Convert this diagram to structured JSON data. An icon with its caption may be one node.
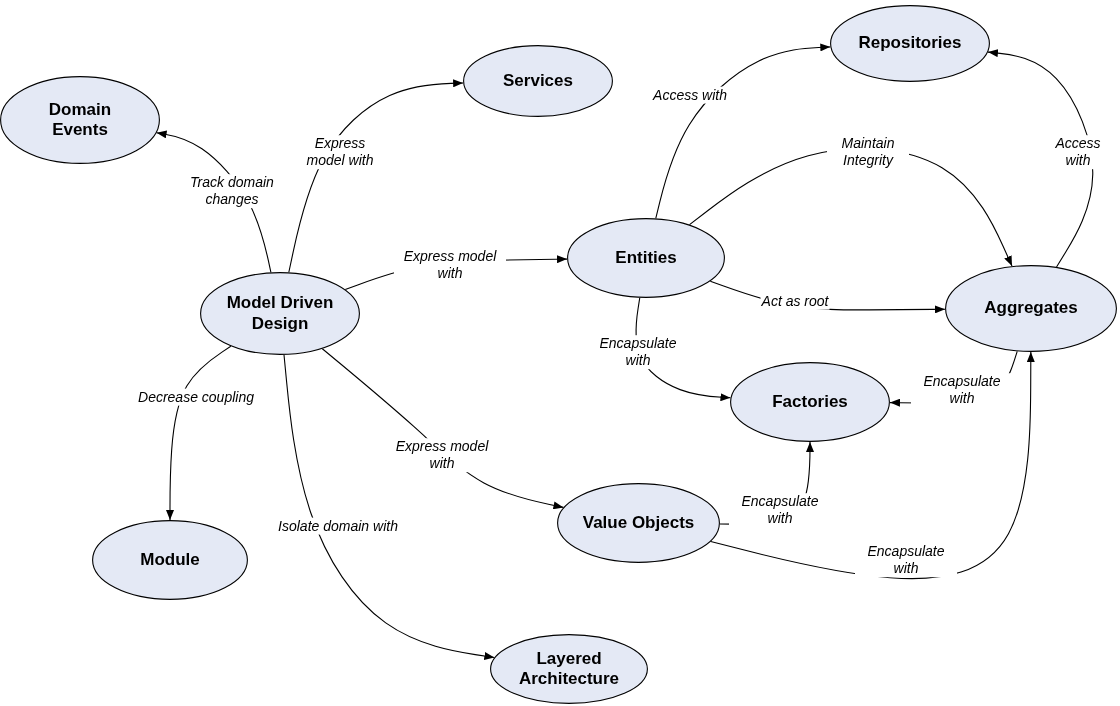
{
  "diagram": {
    "nodes": [
      {
        "text": [
          "Domain Events"
        ]
      },
      {
        "text": [
          "Services"
        ]
      },
      {
        "text": [
          "Repositories"
        ]
      },
      {
        "text": [
          "Model Driven Design"
        ]
      },
      {
        "text": [
          "Entities"
        ]
      },
      {
        "text": [
          "Aggregates"
        ]
      },
      {
        "text": [
          "Factories"
        ]
      },
      {
        "text": [
          "Module"
        ]
      },
      {
        "text": [
          "Value Objects"
        ]
      },
      {
        "text": [
          "Layered Architecture"
        ]
      }
    ],
    "edges": [
      {
        "from": 3,
        "to": 0,
        "arrow": "to",
        "label": "Track domain changes"
      },
      {
        "from": 3,
        "to": 1,
        "arrow": "to",
        "label": "Express model with"
      },
      {
        "from": 3,
        "to": 4,
        "arrow": "to",
        "label": "Express model with"
      },
      {
        "from": 3,
        "to": 7,
        "arrow": "to",
        "label": "Decrease coupling"
      },
      {
        "from": 3,
        "to": 8,
        "arrow": "to",
        "label": "Express model with"
      },
      {
        "from": 3,
        "to": 9,
        "arrow": "to",
        "label": "Isolate domain with"
      },
      {
        "from": 4,
        "to": 2,
        "arrow": "to",
        "label": "Access with"
      },
      {
        "from": 4,
        "to": 5,
        "arrow": "to",
        "label": "Maintain Integrity"
      },
      {
        "from": 4,
        "to": 5,
        "arrow": "to",
        "label": "Act as root"
      },
      {
        "from": 4,
        "to": 6,
        "arrow": "to",
        "label": "Encapsulate with"
      },
      {
        "from": 5,
        "to": 2,
        "arrow": "to",
        "label": "Access with"
      },
      {
        "from": 5,
        "to": 6,
        "arrow": "to",
        "label": "Encapsulate with"
      },
      {
        "from": 8,
        "to": 6,
        "arrow": "to",
        "label": "Encapsulate with"
      },
      {
        "from": 8,
        "to": 5,
        "arrow": "to",
        "label": "Encapsulate with"
      }
    ]
  }
}
